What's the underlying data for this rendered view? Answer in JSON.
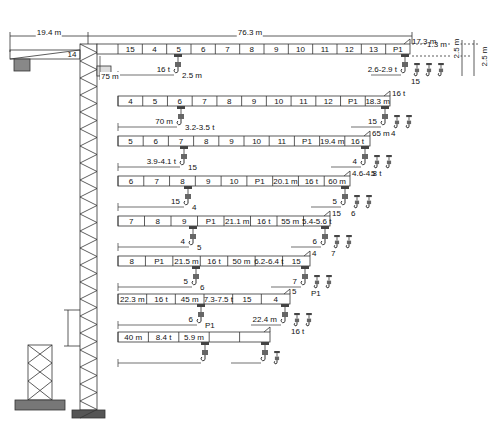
{
  "diagram": {
    "labels": [
      "19.4 m",
      "76.3 m",
      "1.3 m",
      "2.5 m",
      "2.5 m",
      "14",
      "15",
      "4",
      "5",
      "6",
      "7",
      "8",
      "9",
      "10",
      "11",
      "12",
      "13",
      "P1",
      "17.3 m",
      "16 t",
      "2.5 m",
      "75 m",
      "2.6-2.9 t",
      "15",
      "4",
      "5",
      "6",
      "7",
      "8",
      "9",
      "10",
      "11",
      "12",
      "P1",
      "18.3 m",
      "16 t",
      "70 m",
      "3.2-3.5 t",
      "15",
      "4",
      "5",
      "6",
      "7",
      "8",
      "9",
      "10",
      "11",
      "P1",
      "19.4 m",
      "16 t",
      "65 m",
      "3.9-4.1 t",
      "15",
      "4",
      "5",
      "6",
      "7",
      "8",
      "9",
      "10",
      "P1",
      "20.1 m",
      "16 t",
      "60 m",
      "4.6-4.8 t",
      "15",
      "4",
      "5",
      "6",
      "7",
      "8",
      "9",
      "P1",
      "21.1 m",
      "16 t",
      "55 m",
      "5.4-5.6 t",
      "15",
      "4",
      "5",
      "6",
      "7",
      "8",
      "P1",
      "21.5 m",
      "16 t",
      "50 m",
      "6.2-6.4 t",
      "15",
      "4",
      "5",
      "6",
      "7",
      "P1",
      "22.3 m",
      "16 t",
      "45 m",
      "7.3-7.5 t",
      "15",
      "4",
      "5",
      "6",
      "P1",
      "22.4 m",
      "16 t",
      "40 m",
      "8.4 t",
      "5.9 m"
    ]
  }
}
